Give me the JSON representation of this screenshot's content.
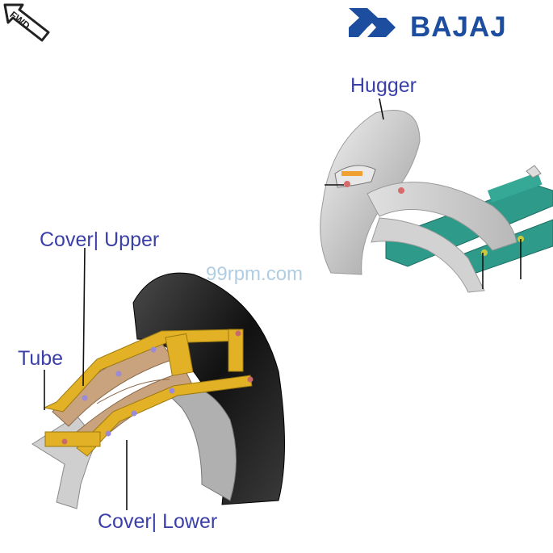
{
  "labels": {
    "hugger": "Hugger",
    "cover_upper": "Cover| Upper",
    "tube": "Tube",
    "cover_lower": "Cover| Lower"
  },
  "brand": {
    "name": "BAJAJ",
    "color": "#1c4d9e"
  },
  "fwd_badge": "FWD",
  "watermark": "99rpm.com",
  "colors": {
    "label": "#3b3fa8",
    "frame": "#2e9a8a",
    "brace": "#e3b125",
    "cover": "#c9a27e"
  }
}
